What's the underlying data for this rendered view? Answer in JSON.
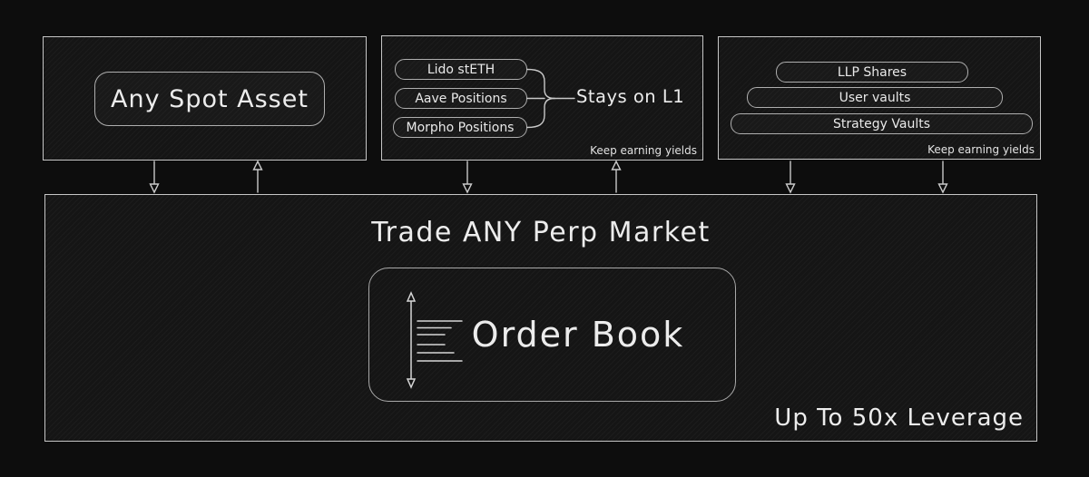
{
  "spot_box": {
    "label": "Any Spot Asset"
  },
  "l1_box": {
    "pills": [
      {
        "label": "Lido stETH"
      },
      {
        "label": "Aave Positions"
      },
      {
        "label": "Morpho Positions"
      }
    ],
    "annotation": "Stays on L1",
    "footnote": "Keep earning yields"
  },
  "vault_box": {
    "pills": [
      {
        "label": "LLP Shares"
      },
      {
        "label": "User vaults"
      },
      {
        "label": "Strategy Vaults"
      }
    ],
    "footnote": "Keep earning yields"
  },
  "main_box": {
    "title": "Trade ANY Perp Market",
    "orderbook_label": "Order Book",
    "leverage_note": "Up To 50x Leverage"
  },
  "icons": {
    "orderbook_depth": "orderbook-depth-icon",
    "price_range_arrow": "double-headed-arrow-icon",
    "down_arrow": "down-arrow-icon",
    "up_arrow": "up-arrow-icon",
    "brace": "brace-connector-icon"
  },
  "colors": {
    "background": "#0d0d0d",
    "panel_fill": "#151515",
    "panel_border": "#c6c6c6",
    "pill_border": "#aeaeae",
    "text": "#ececec",
    "connector": "#c9c9c9"
  }
}
